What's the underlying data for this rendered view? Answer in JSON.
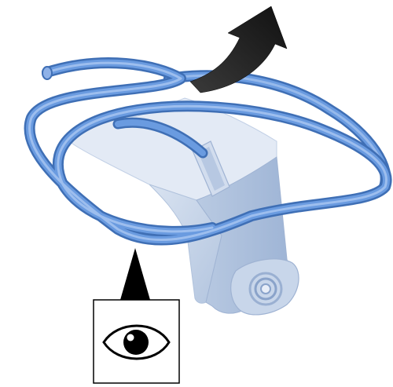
{
  "figure": {
    "kind": "assembly-instruction-illustration",
    "components": {
      "tube": {
        "icon": "coiled-tube",
        "color": "#5B8FD6"
      },
      "holder": {
        "icon": "block-holder",
        "color": "#C9D6EA"
      },
      "rotation_arrow": {
        "icon": "curved-arrow-icon",
        "color": "#1a1a1a"
      },
      "pointer": {
        "icon": "pointer-triangle-icon",
        "color": "#000000"
      },
      "view_box": {
        "icon": "eye-icon",
        "color": "#000000"
      }
    }
  }
}
